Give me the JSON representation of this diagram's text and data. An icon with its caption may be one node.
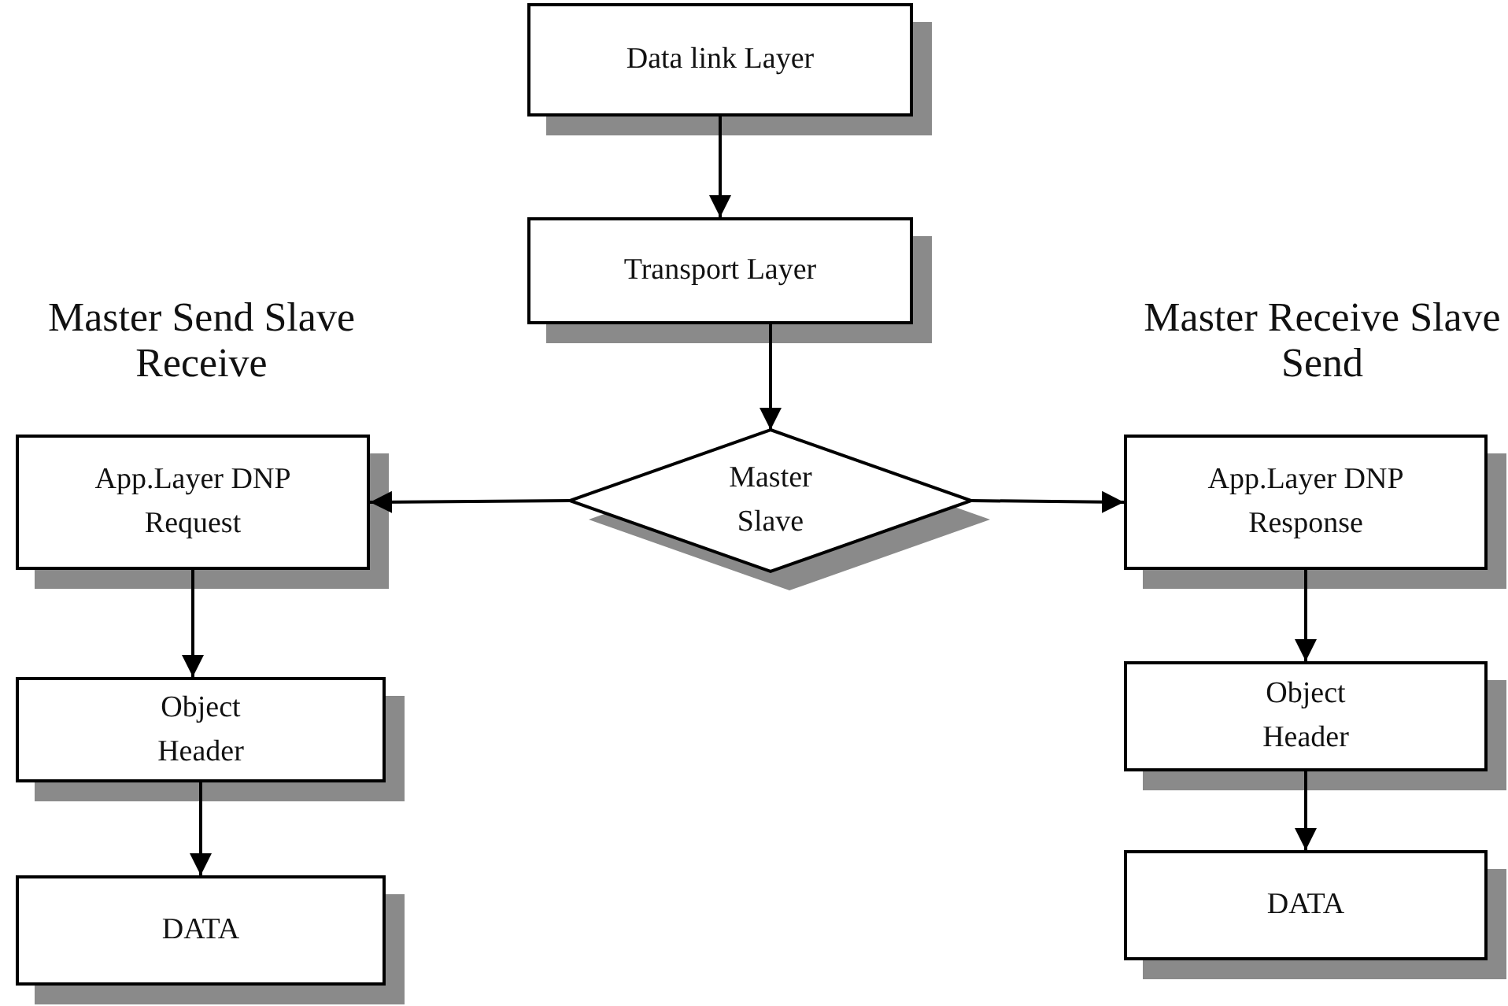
{
  "diagram": {
    "nodes": [
      {
        "text": [
          "Data link Layer"
        ]
      },
      {
        "text": [
          "Transport Layer"
        ]
      },
      {
        "text": [
          "Master Slave"
        ]
      },
      {
        "text": [
          "App.Layer DNP Request"
        ]
      },
      {
        "text": [
          "Object Header"
        ]
      },
      {
        "text": [
          "DATA"
        ]
      },
      {
        "text": [
          "App.Layer DNP Response"
        ]
      },
      {
        "text": [
          "Object Header"
        ]
      },
      {
        "text": [
          "DATA"
        ]
      }
    ],
    "edges": [
      {
        "from": 0,
        "to": 1,
        "arrow": "to"
      },
      {
        "from": 1,
        "to": 2,
        "arrow": "to"
      },
      {
        "from": 2,
        "to": 3,
        "arrow": "to"
      },
      {
        "from": 2,
        "to": 6,
        "arrow": "to"
      },
      {
        "from": 3,
        "to": 4,
        "arrow": "to"
      },
      {
        "from": 4,
        "to": 5,
        "arrow": "to"
      },
      {
        "from": 6,
        "to": 7,
        "arrow": "to"
      },
      {
        "from": 7,
        "to": 8,
        "arrow": "to"
      }
    ],
    "labels": [
      "Master Send Slave Receive",
      "Master Receive Slave Send"
    ]
  }
}
